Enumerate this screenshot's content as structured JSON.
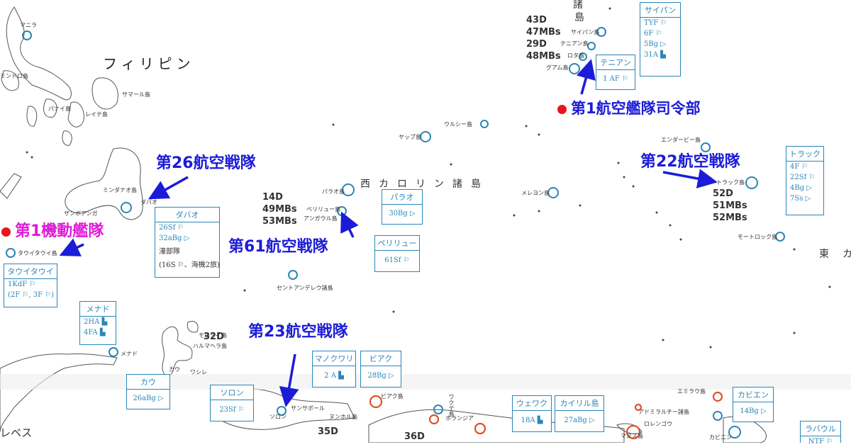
{
  "labels": {
    "philippines": "フィリピン",
    "manila": "マニラ",
    "mindoro": "ミンドロ島",
    "panay": "パナイ島",
    "samar": "サマール島",
    "leyte": "レイテ島",
    "mindanao": "ミンダナオ島",
    "davao_place": "ダバオ",
    "zamboanga": "ザンボアンガ",
    "tawitawi_place": "タウイタウイ島",
    "morotai": "モロタイ島",
    "halmahera": "ハルマヘラ島",
    "menado_place": "メナド",
    "kau_place": "カウ",
    "wasile": "ワシレ",
    "sansapor": "サンサポール",
    "sorong": "ソロン",
    "noemfoor": "ヌンホル島",
    "biak_place": "ビアク島",
    "wakde": "ワクデ島",
    "hollandia": "ホランジア",
    "manus": "マヌス島",
    "admiralty": "アドミラルチー諸島",
    "emirau": "エミラウ島",
    "lorengau": "ロレンゴウ",
    "kavieng_place": "カビエン",
    "celebes": "レベス",
    "palau_place": "パラオ島",
    "peleliu_place": "ペリリュー島",
    "angaur": "アンガウル島",
    "yap": "ヤップ島",
    "ulithi": "ウルシー島",
    "west_carolines": "西カロリン諸島",
    "mereyon": "メレヨン島",
    "enderby": "エンダービー島",
    "truk_place": "トラック島",
    "mortlock": "モートロック島",
    "east": "東",
    "east2": "カ",
    "sonsorol": "セントアンデレウ諸島",
    "saipan_place": "サイパン島",
    "tinian_place": "テニアン島",
    "rota": "ロタ島",
    "guam": "グアム島",
    "mariana": "諸",
    "mariana2": "島"
  },
  "unit_codes": {
    "marianas": [
      "43D",
      "47MBs",
      "29D",
      "48MBs"
    ],
    "palau": [
      "14D",
      "49MBs",
      "53MBs"
    ],
    "truk": [
      "52D",
      "51MBs",
      "52MBs"
    ],
    "halmahera": "32D",
    "sorong": "35D",
    "newguinea": "36D"
  },
  "callouts": {
    "af26": "第26航空戦隊",
    "af61": "第61航空戦隊",
    "af22": "第22航空戦隊",
    "af23": "第23航空戦隊",
    "mobile1": "第1機動艦隊",
    "hq1": "第1航空艦隊司令部"
  },
  "boxes": {
    "saipan": {
      "title": "サイパン",
      "rows": [
        "TYF ⚐",
        "6F ⚐",
        "5Bg ▷",
        "31A ▙"
      ]
    },
    "tinian": {
      "title": "テニアン",
      "rows": [
        "1 AF ⚐"
      ]
    },
    "truk": {
      "title": "トラック",
      "rows": [
        "4F ⚐",
        "22Sf ⚐",
        "4Bg ▷",
        "7Ss ▷"
      ]
    },
    "davao": {
      "title": "ダバオ",
      "rows": [
        "26Sf ⚐",
        "32aBg ▷",
        "濠部隊",
        "(16S ⚐、海機2旅)"
      ]
    },
    "palau": {
      "title": "パラオ",
      "rows": [
        "30Bg ▷"
      ]
    },
    "peleliu": {
      "title": "ペリリュー",
      "rows": [
        "61Sf ⚐"
      ]
    },
    "tawitawi": {
      "title": "タウイタウイ",
      "rows": [
        "1KdF ⚐",
        "(2F ⚐, 3F ⚐)"
      ]
    },
    "menado": {
      "title": "メナド",
      "rows": [
        "2HA ▙",
        "4FA ▙"
      ]
    },
    "kau": {
      "title": "カウ",
      "rows": [
        "26aBg ▷"
      ]
    },
    "sorong": {
      "title": "ソロン",
      "rows": [
        "23Sf ⚐"
      ]
    },
    "manokwari": {
      "title": "マノクワリ",
      "rows": [
        "2 A ▙"
      ]
    },
    "biak": {
      "title": "ビアク",
      "rows": [
        "28Bg ▷"
      ]
    },
    "wewak": {
      "title": "ウェワク",
      "rows": [
        "18A ▙"
      ]
    },
    "kairiru": {
      "title": "カイリル島",
      "rows": [
        "27aBg ▷"
      ]
    },
    "kavieng": {
      "title": "カビエン",
      "rows": [
        "14Bg ▷"
      ]
    },
    "rabaul": {
      "title": "ラバウル",
      "rows": [
        "NTF ⚐"
      ]
    }
  },
  "colors": {
    "callout_blue": "#1c1cd8",
    "pink": "#e01ad8",
    "hq_dot": "#e8141e",
    "box_blue": "#2a86b8",
    "orange_marker": "#e0502a"
  }
}
